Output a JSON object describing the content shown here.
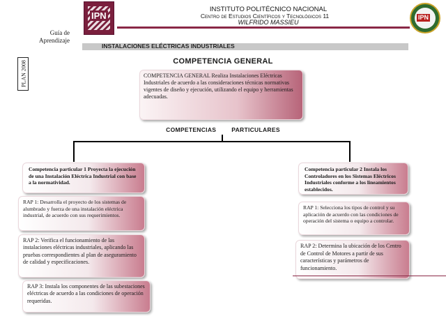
{
  "header": {
    "line1": "INSTITUTO POLITÉCNICO NACIONAL",
    "line2": "Centro de Estudios Científicos y Tecnológicos 11",
    "line3": "WILFRIDO MASSIEU",
    "left_logo_text": "IPN",
    "right_logo_text": "IPN",
    "guide_line1": "Guía de",
    "guide_line2": "Aprendizaje",
    "plan": "PLAN 2008"
  },
  "section": {
    "title": "INSTALACIONES ELÉCTRICAS INDUSTRIALES"
  },
  "competencia_general": {
    "title": "COMPETENCIA  GENERAL",
    "text": "COMPETENCIA GENERAL Realiza Instalaciones Eléctricas Industriales de acuerdo a las consideraciones técnicas normativas vigentes de diseño y ejecución, utilizando el equipo y herramientas adecuadas."
  },
  "competencias_particulares": {
    "label_left": "COMPETENCIAS",
    "label_right": "PARTICULARES",
    "left": {
      "title": "Competencia particular 1 Proyecta la ejecución de una Instalación Eléctrica Industrial con base a la normatividad.",
      "raps": [
        "RAP 1: Desarrolla el proyecto de los sistemas de alumbrado y fuerza de una instalación eléctrica industrial, de acuerdo con sus requerimientos.",
        "RAP 2: Verifica el funcionamiento de las instalaciones eléctricas industriales, aplicando las pruebas correspondientes al plan de aseguramiento de calidad y especificaciones.",
        "RAP 3: Instala los componentes de las subestaciones eléctricas de acuerdo a las condiciones de operación requeridas."
      ]
    },
    "right": {
      "title": "Competencia particular 2 Instala los Controladores en los Sistemas Eléctricos Industriales conforme a los lineamientos establecidos.",
      "raps": [
        "RAP 1: Selecciona los tipos de control y su aplicación de acuerdo con las condiciones de operación del sistema o equipo a controlar.",
        "RAP 2: Determina la ubicación de los Centro de Control de Motores a partir de sus características y parámetros de funcionamiento."
      ]
    }
  },
  "colors": {
    "accent": "#8a2846",
    "box_edge": "#c97d8f",
    "seal_green": "#2f6b2f"
  }
}
